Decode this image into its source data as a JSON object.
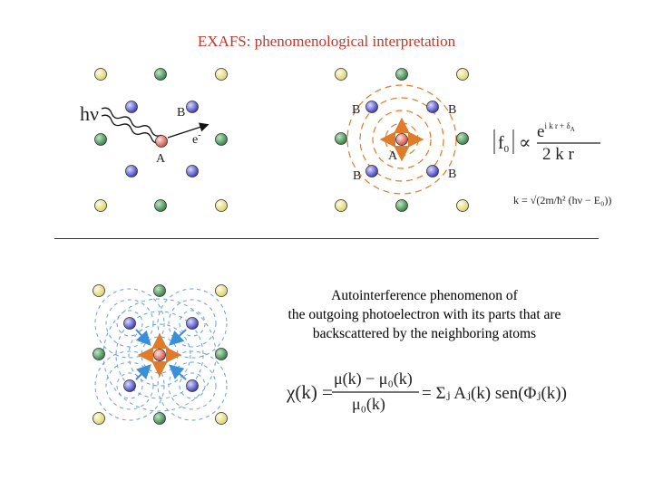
{
  "title": "EXAFS: phenomenological interpretation",
  "caption_lines": [
    "Autointerference phenomenon of",
    "the outgoing photoelectron with its parts that are",
    "backscattered by the neighboring atoms"
  ],
  "labels": {
    "photon": "hν",
    "electron": "e",
    "electron_sup": "-",
    "absorber": "A",
    "backscatterer": "B"
  },
  "formula_f0": {
    "lhs": "f",
    "lhs_sub": "0",
    "prop": "∝",
    "num": "e",
    "exp": "i k r + δ",
    "exp_sub": "A",
    "den": "2 k r"
  },
  "formula_k": "k = √(2m/ħ² (hν − E₀))",
  "formula_chi": {
    "lhs": "χ(k) =",
    "num": "μ(k) − μ₀(k)",
    "den": "μ₀(k)",
    "rhs": "= Σⱼ Aⱼ(k) sen(Φⱼ(k))"
  },
  "colors": {
    "title": "#c0392b",
    "absorber_atom": "#e8746c",
    "b_atom": "#5b5bd6",
    "green_atom": "#3f8f4f",
    "yellow_atom": "#ece59a",
    "wave": "#e07b2a",
    "arrow": "#e07b2a",
    "blue_arrow": "#3a8fd9"
  }
}
